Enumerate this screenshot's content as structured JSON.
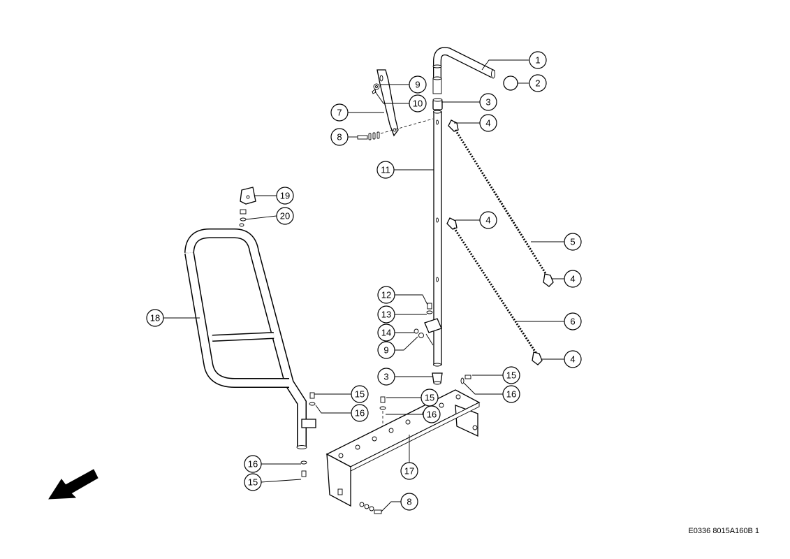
{
  "drawing_code": "E0336 8015A160B 1",
  "callouts": [
    "1",
    "2",
    "3",
    "4",
    "5",
    "4",
    "11",
    "9",
    "10",
    "7",
    "8",
    "19",
    "20",
    "4",
    "6",
    "4",
    "18",
    "12",
    "13",
    "14",
    "9",
    "3",
    "15",
    "16",
    "15",
    "16",
    "15",
    "16",
    "17",
    "16",
    "15",
    "8"
  ]
}
